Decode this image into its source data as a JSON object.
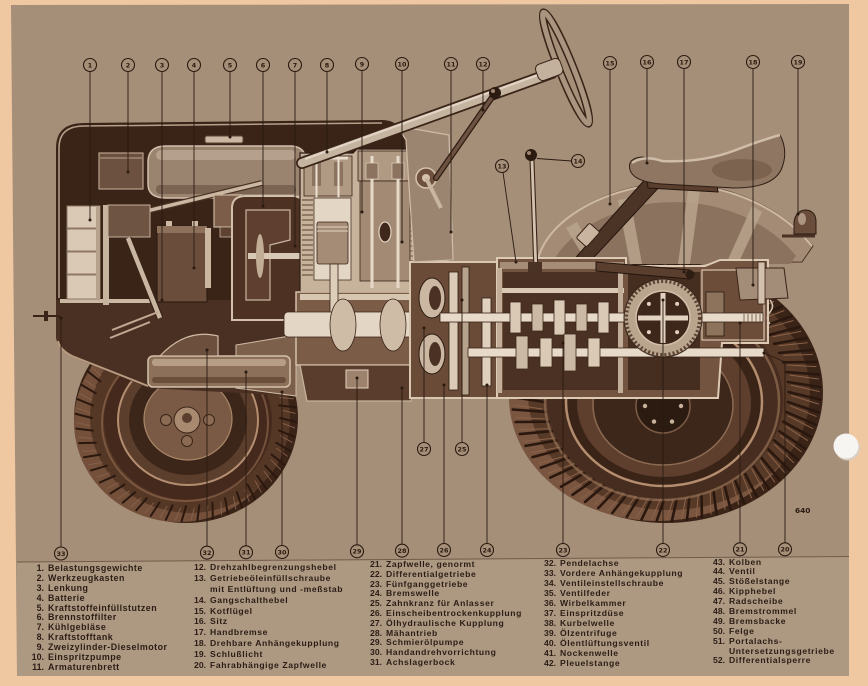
{
  "figure_code": "640",
  "callouts": {
    "top": [
      "1",
      "2",
      "3",
      "4",
      "5",
      "6",
      "7",
      "8",
      "9",
      "10",
      "11",
      "12",
      "15",
      "16",
      "17",
      "18",
      "19"
    ],
    "middle": [
      "13",
      "14",
      "27",
      "25"
    ],
    "bottom": [
      "33",
      "32",
      "31",
      "30",
      "29",
      "28",
      "26",
      "24",
      "23",
      "22",
      "21",
      "20"
    ]
  },
  "legend": {
    "columns": [
      [
        {
          "num": "1.",
          "label": "Belastungsgewichte"
        },
        {
          "num": "2.",
          "label": "Werkzeugkasten"
        },
        {
          "num": "3.",
          "label": "Lenkung"
        },
        {
          "num": "4.",
          "label": "Batterie"
        },
        {
          "num": "5.",
          "label": "Kraftstoffeinfüllstutzen"
        },
        {
          "num": "6.",
          "label": "Brennstoffilter"
        },
        {
          "num": "7.",
          "label": "Kühlgebläse"
        },
        {
          "num": "8.",
          "label": "Kraftstofftank"
        },
        {
          "num": "9.",
          "label": "Zweizylinder-Dieselmotor"
        },
        {
          "num": "10.",
          "label": "Einspritzpumpe"
        },
        {
          "num": "11.",
          "label": "Armaturenbrett"
        }
      ],
      [
        {
          "num": "12.",
          "label": "Drehzahlbegrenzungshebel"
        },
        {
          "num": "13.",
          "label": "Getriebeöleinfüllschraube",
          "label_cont": "mit Entlüftung und -meßstab"
        },
        {
          "num": "14.",
          "label": "Gangschalthebel"
        },
        {
          "num": "15.",
          "label": "Kotflügel"
        },
        {
          "num": "16.",
          "label": "Sitz"
        },
        {
          "num": "17.",
          "label": "Handbremse"
        },
        {
          "num": "18.",
          "label": "Drehbare Anhängekupplung"
        },
        {
          "num": "19.",
          "label": "Schlußlicht"
        },
        {
          "num": "20.",
          "label": "Fahrabhängige Zapfwelle"
        }
      ],
      [
        {
          "num": "21.",
          "label": "Zapfwelle, genormt"
        },
        {
          "num": "22.",
          "label": "Differentialgetriebe"
        },
        {
          "num": "23.",
          "label": "Fünfganggetriebe"
        },
        {
          "num": "24.",
          "label": "Bremswelle"
        },
        {
          "num": "25.",
          "label": "Zahnkranz für Anlasser"
        },
        {
          "num": "26.",
          "label": "Einscheibentrockenkupplung"
        },
        {
          "num": "27.",
          "label": "Ölhydraulische Kupplung"
        },
        {
          "num": "28.",
          "label": "Mähantrieb"
        },
        {
          "num": "29.",
          "label": "Schmierölpumpe"
        },
        {
          "num": "30.",
          "label": "Handandrehvorrichtung"
        },
        {
          "num": "31.",
          "label": "Achslagerbock"
        }
      ],
      [
        {
          "num": "32.",
          "label": "Pendelachse"
        },
        {
          "num": "33.",
          "label": "Vordere Anhängekupplung"
        },
        {
          "num": "34.",
          "label": "Ventileinstellschraube"
        },
        {
          "num": "35.",
          "label": "Ventilfeder"
        },
        {
          "num": "36.",
          "label": "Wirbelkammer"
        },
        {
          "num": "37.",
          "label": "Einspritzdüse"
        },
        {
          "num": "38.",
          "label": "Kurbelwelle"
        },
        {
          "num": "39.",
          "label": "Ölzentrifuge"
        },
        {
          "num": "40.",
          "label": "Ölentlüftungsventil"
        },
        {
          "num": "41.",
          "label": "Nockenwelle"
        },
        {
          "num": "42.",
          "label": "Pleuelstange"
        }
      ],
      [
        {
          "num": "43.",
          "label": "Kolben"
        },
        {
          "num": "44.",
          "label": "Ventil"
        },
        {
          "num": "45.",
          "label": "Stößelstange"
        },
        {
          "num": "46.",
          "label": "Kipphebel"
        },
        {
          "num": "47.",
          "label": "Radscheibe"
        },
        {
          "num": "48.",
          "label": "Bremstrommel"
        },
        {
          "num": "49.",
          "label": "Bremsbacke"
        },
        {
          "num": "50.",
          "label": "Felge"
        },
        {
          "num": "51.",
          "label": "Portalachs-",
          "label_cont": "Untersetzungsgetriebe"
        },
        {
          "num": "52.",
          "label": "Differentialsperre"
        }
      ]
    ]
  },
  "palette": {
    "paper_margin": "#efc7a0",
    "print_background": "#a58f79",
    "legend_background": "#ad9882",
    "ink": "#2a1a10"
  }
}
